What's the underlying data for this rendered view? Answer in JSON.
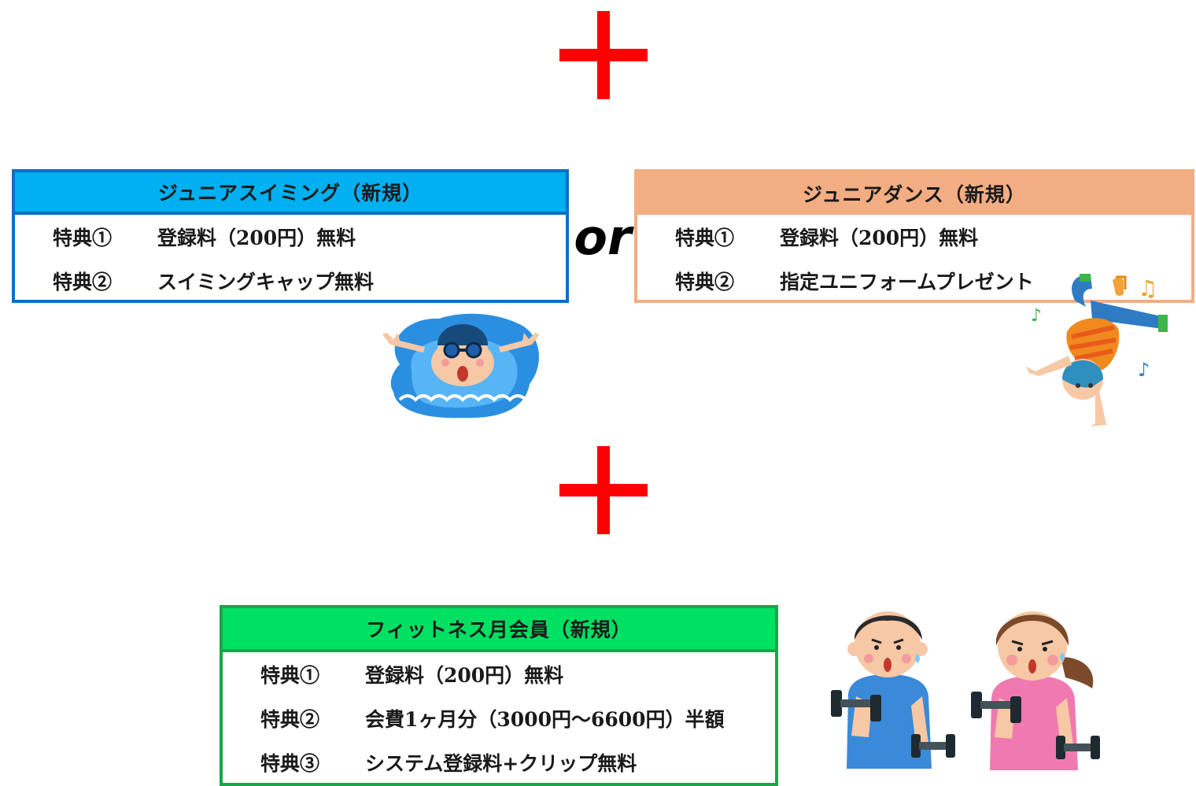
{
  "cards": {
    "swim": {
      "title": "ジュニアスイミング（新規）",
      "benefits": [
        {
          "key": "特典①",
          "value": "登録料（200円）無料"
        },
        {
          "key": "特典②",
          "value": "スイミングキャップ無料"
        }
      ]
    },
    "dance": {
      "title": "ジュニアダンス（新規）",
      "benefits": [
        {
          "key": "特典①",
          "value": "登録料（200円）無料"
        },
        {
          "key": "特典②",
          "value": "指定ユニフォームプレゼント"
        }
      ]
    },
    "fitness": {
      "title": "フィットネス月会員（新規）",
      "benefits": [
        {
          "key": "特典①",
          "value": "登録料（200円）無料"
        },
        {
          "key": "特典②",
          "value": "会費1ヶ月分（3000円～6600円）半額"
        },
        {
          "key": "特典③",
          "value": "システム登録料+クリップ無料"
        }
      ]
    }
  },
  "separator": "or",
  "colors": {
    "plus": "#ff0000",
    "swim_header": "#00b0f0",
    "dance_header": "#f3ad83",
    "fitness_header": "#00e063"
  },
  "icons": [
    "plus-icon",
    "swimmer-illustration",
    "breakdancer-illustration",
    "dumbbell-man-illustration",
    "dumbbell-woman-illustration"
  ]
}
